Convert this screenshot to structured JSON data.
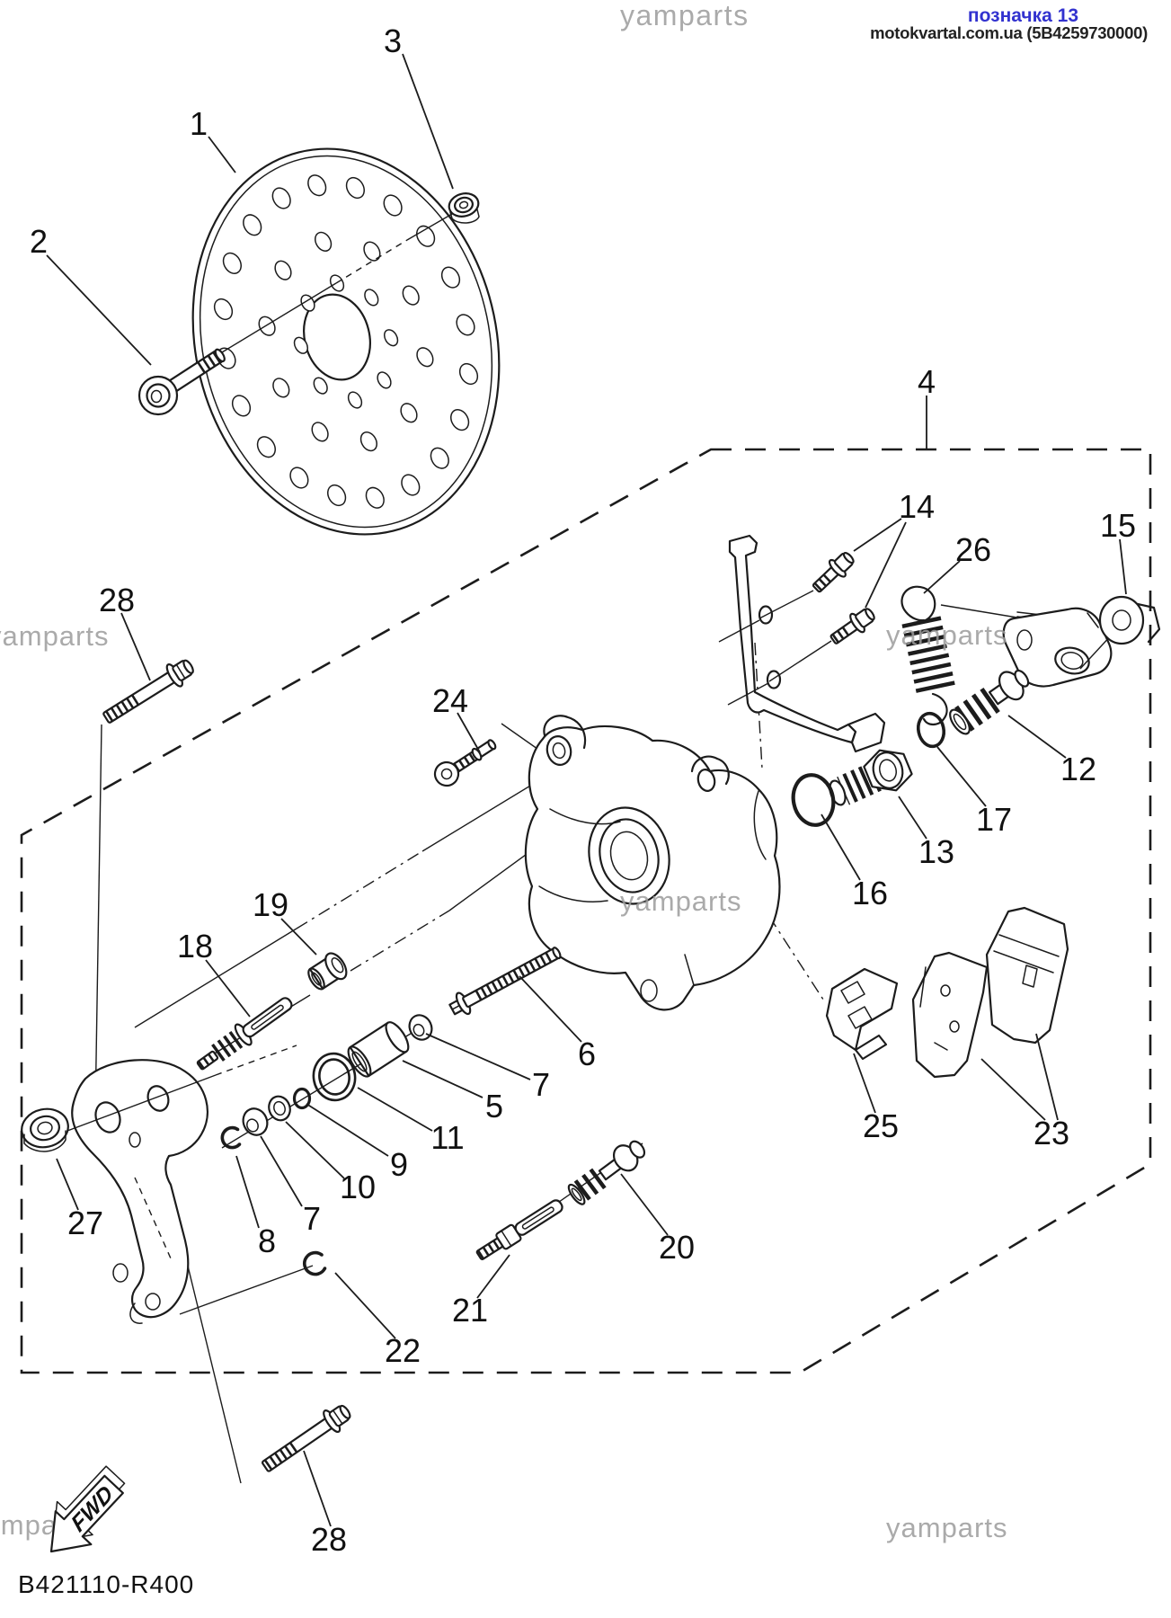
{
  "header": {
    "watermark": "yamparts",
    "mark_label": "позначка 13",
    "site_ref": "motokvartal.com.ua (5B4259730000)"
  },
  "footer": {
    "drawing_code": "B421110-R400",
    "fwd_label": "FWD"
  },
  "watermark": {
    "text": "yamparts"
  },
  "colors": {
    "line": "#1c1c1c",
    "watermark_gray": "#9c9c9c",
    "mark_blue": "#3232cf",
    "site_text": "#222222",
    "background": "#ffffff"
  },
  "diagram": {
    "callouts": {
      "1": "1",
      "2": "2",
      "3": "3",
      "4": "4",
      "5": "5",
      "6": "6",
      "7": "7",
      "8": "8",
      "9": "9",
      "10": "10",
      "11": "11",
      "12": "12",
      "13": "13",
      "14": "14",
      "15": "15",
      "16": "16",
      "17": "17",
      "18": "18",
      "19": "19",
      "20": "20",
      "21": "21",
      "22": "22",
      "23": "23",
      "24": "24",
      "25": "25",
      "26": "26",
      "27": "27",
      "28": "28"
    }
  }
}
